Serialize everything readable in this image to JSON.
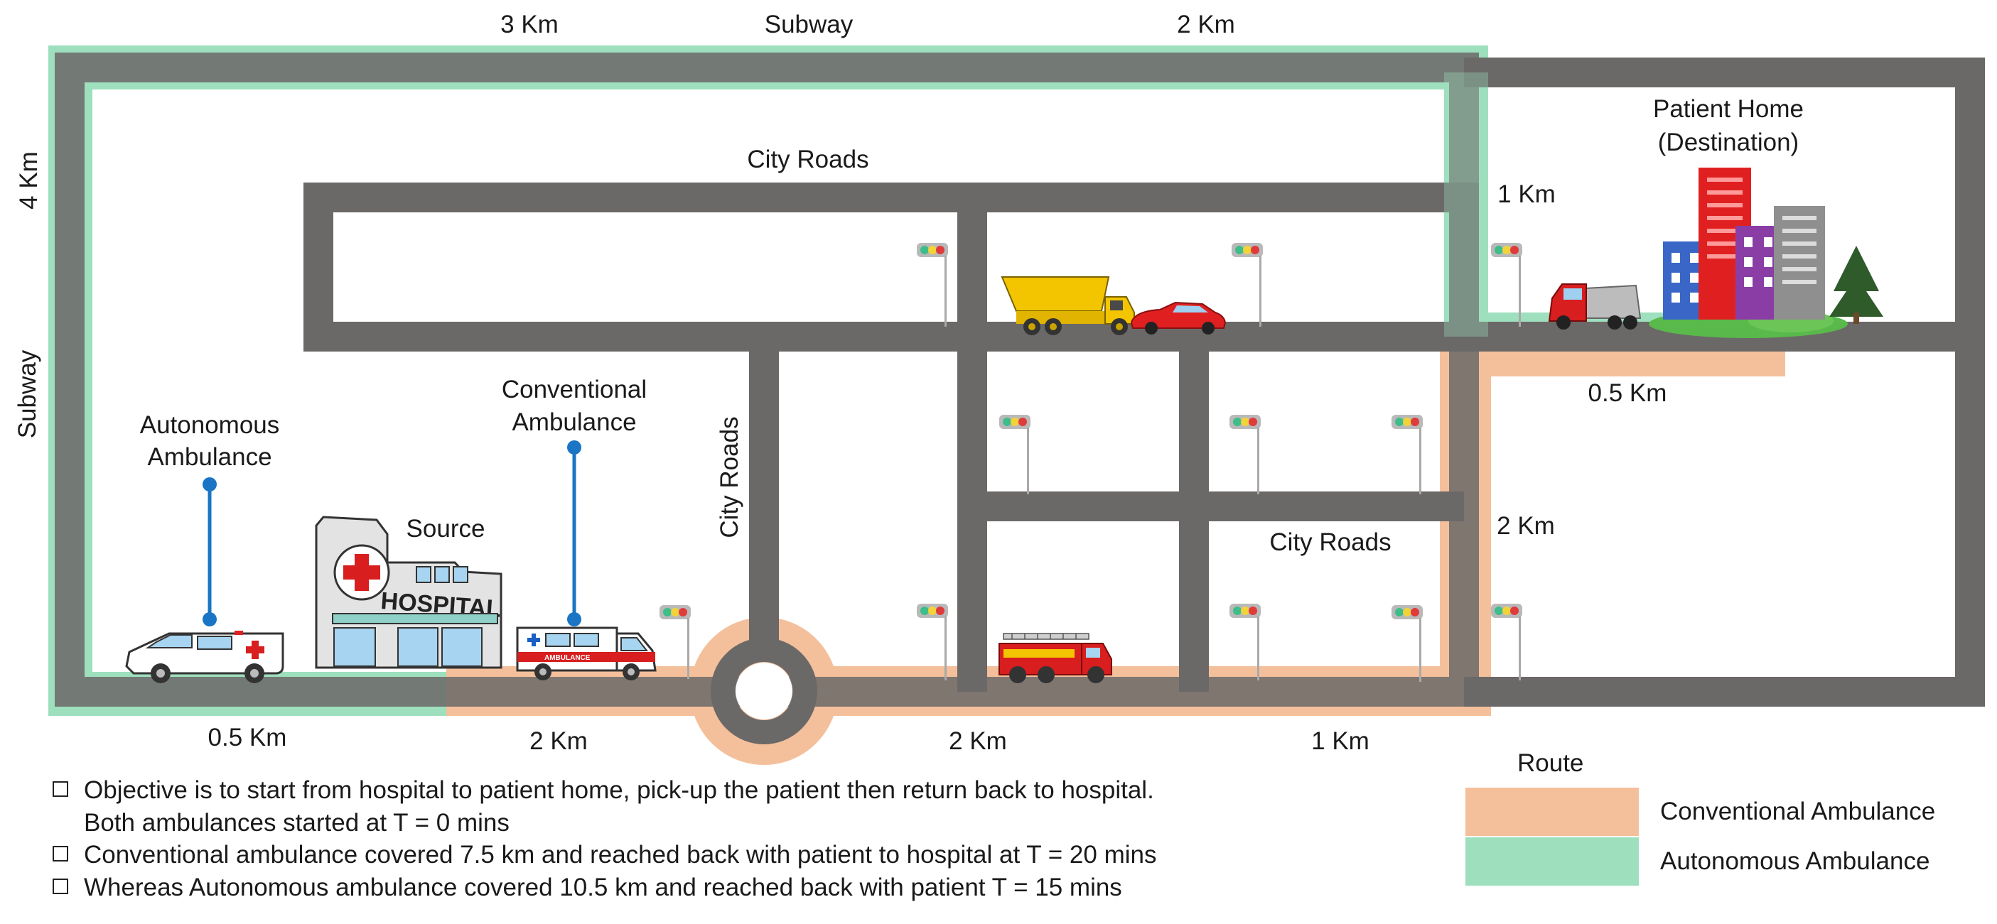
{
  "labels": {
    "top_left_distance": "3 Km",
    "top_subway": "Subway",
    "top_right_distance": "2 Km",
    "left_distance": "4 Km",
    "left_subway": "Subway",
    "city_roads_top": "City Roads",
    "city_roads_vertical": "City Roads",
    "city_roads_lower": "City Roads",
    "patient_home_line1": "Patient Home",
    "patient_home_line2": "(Destination)",
    "right_1km": "1 Km",
    "right_05km": "0.5 Km",
    "right_2km": "2 Km",
    "autonomous_line1": "Autonomous",
    "autonomous_line2": "Ambulance",
    "conventional_line1": "Conventional",
    "conventional_line2": "Ambulance",
    "source": "Source",
    "hospital_sign": "HOSPITAL",
    "ambulance_stripe": "AMBULANCE",
    "bottom_05km": "0.5 Km",
    "bottom_2km_a": "2 Km",
    "bottom_2km_b": "2 Km",
    "bottom_1km": "1 Km"
  },
  "notes": [
    "Objective is to start from hospital to patient home, pick-up the patient then return back to hospital.",
    "Both ambulances started at T = 0 mins",
    "Conventional ambulance covered 7.5 km and reached back with patient  to hospital at T = 20 mins",
    "Whereas Autonomous ambulance covered 10.5 km and reached back with patient T = 15 mins"
  ],
  "legend": {
    "title": "Route",
    "items": [
      {
        "label": "Conventional Ambulance",
        "color": "#f4c09b"
      },
      {
        "label": "Autonomous Ambulance",
        "color": "#9edfbe"
      }
    ]
  },
  "colors": {
    "road": "#6b6868",
    "conventional_route": "#f4c09b",
    "autonomous_route": "#9edfbe",
    "pin": "#1a75c4"
  }
}
